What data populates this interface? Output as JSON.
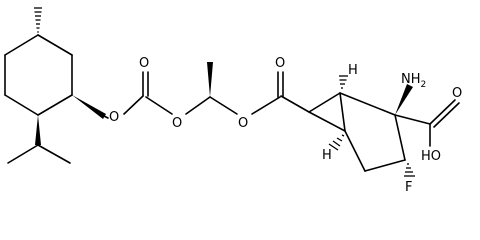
{
  "structure": {
    "atoms": {
      "o_ester1_ring": "O",
      "o_carbonate_double": "O",
      "o_carbonate_single": "O",
      "o_ester2_single": "O",
      "o_ester2_double": "O",
      "nh2": "NH",
      "nh2_subscript": "2",
      "h_top": "H",
      "h_bottom": "H",
      "fluorine": "F",
      "oh": "HO",
      "o_acid_double": "O"
    }
  }
}
